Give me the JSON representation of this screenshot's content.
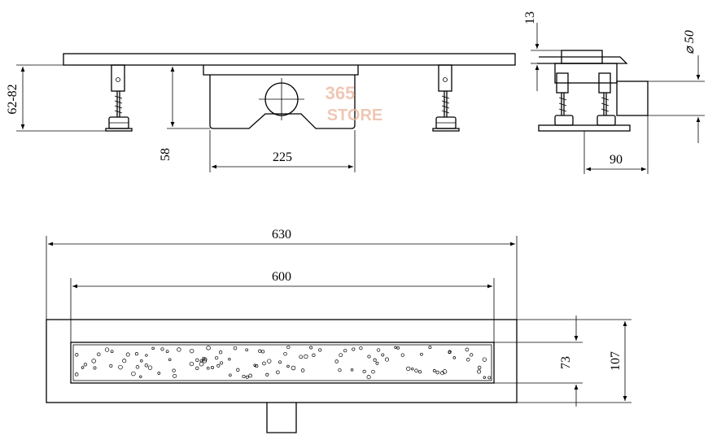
{
  "dimensions": {
    "front_height_range": "62-82",
    "outlet_height": "58",
    "outlet_spacing": "225",
    "side_top_thickness": "13",
    "outlet_diameter": "⌀ 50",
    "side_width": "90",
    "overall_length": "630",
    "grate_length": "600",
    "grate_width": "73",
    "overall_width": "107"
  },
  "watermark": {
    "number": "365",
    "word": "STORE",
    "color": "#e9b49c"
  },
  "colors": {
    "line": "#000000",
    "background": "#ffffff"
  }
}
